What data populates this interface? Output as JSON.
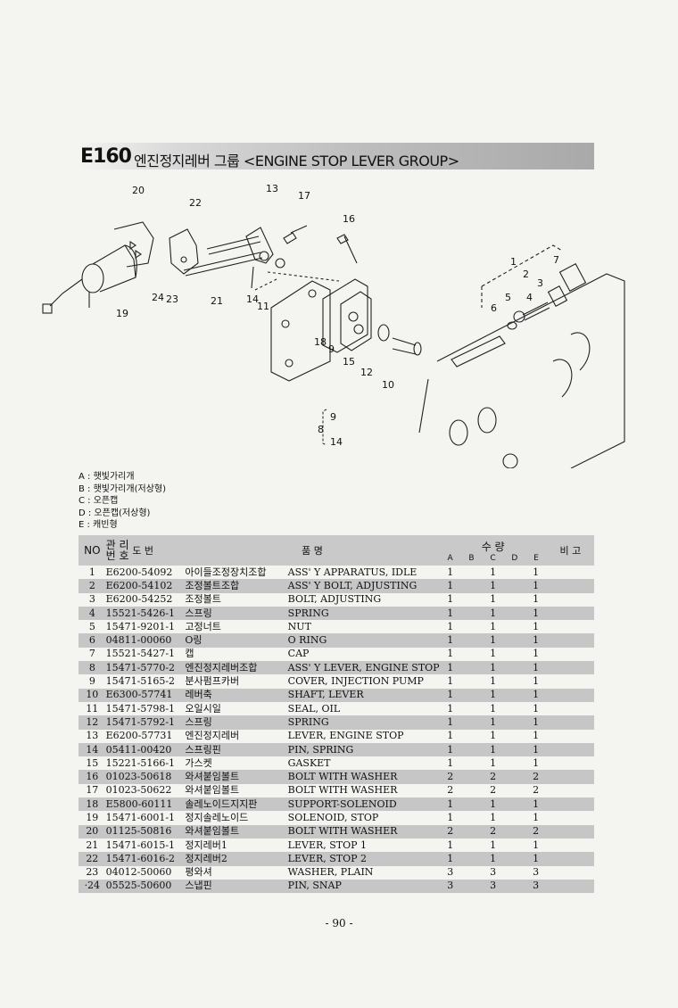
{
  "header": {
    "code": "E160",
    "title": "엔진정지레버 그룹 <ENGINE STOP LEVER GROUP>"
  },
  "diagram": {
    "callouts": [
      "20",
      "22",
      "13",
      "17",
      "16",
      "1",
      "2",
      "3",
      "7",
      "5",
      "6",
      "4",
      "19",
      "24",
      "23",
      "21",
      "14",
      "11",
      "18",
      "9",
      "15",
      "12",
      "10",
      "9",
      "8",
      "14"
    ]
  },
  "legend": [
    "A : 햇빛가리개",
    "B : 햇빛가리개(저상형)",
    "C : 오픈캡",
    "D : 오픈캡(저상형)",
    "E : 캐빈형"
  ],
  "table": {
    "headers": {
      "no": "NO",
      "mgmt": "관 리 번 호",
      "part_no": "도    번",
      "name": "품                  명",
      "qty": "수     량",
      "qty_cols": [
        "A",
        "B",
        "C",
        "D",
        "E"
      ],
      "remark": "비 고"
    },
    "rows": [
      {
        "no": "1",
        "part_no": "E6200-54092",
        "kr": "아이들조정장치조합",
        "en": "ASS' Y APPARATUS, IDLE",
        "a": "1",
        "c": "1",
        "e": "1"
      },
      {
        "no": "2",
        "part_no": "E6200-54102",
        "kr": "조정볼트조합",
        "en": "ASS' Y BOLT, ADJUSTING",
        "a": "1",
        "c": "1",
        "e": "1"
      },
      {
        "no": "3",
        "part_no": "E6200-54252",
        "kr": "조정볼트",
        "en": "BOLT, ADJUSTING",
        "a": "1",
        "c": "1",
        "e": "1"
      },
      {
        "no": "4",
        "part_no": "15521-5426-1",
        "kr": "스프링",
        "en": "SPRING",
        "a": "1",
        "c": "1",
        "e": "1"
      },
      {
        "no": "5",
        "part_no": "15471-9201-1",
        "kr": "고정너트",
        "en": "NUT",
        "a": "1",
        "c": "1",
        "e": "1"
      },
      {
        "no": "6",
        "part_no": "04811-00060",
        "kr": "O링",
        "en": "O RING",
        "a": "1",
        "c": "1",
        "e": "1"
      },
      {
        "no": "7",
        "part_no": "15521-5427-1",
        "kr": "캡",
        "en": "CAP",
        "a": "1",
        "c": "1",
        "e": "1"
      },
      {
        "no": "8",
        "part_no": "15471-5770-2",
        "kr": "엔진정지레버조합",
        "en": "ASS' Y LEVER, ENGINE STOP",
        "a": "1",
        "c": "1",
        "e": "1"
      },
      {
        "no": "9",
        "part_no": "15471-5165-2",
        "kr": "분사펌프카버",
        "en": "COVER, INJECTION PUMP",
        "a": "1",
        "c": "1",
        "e": "1"
      },
      {
        "no": "10",
        "part_no": "E6300-57741",
        "kr": "레버축",
        "en": "SHAFT, LEVER",
        "a": "1",
        "c": "1",
        "e": "1"
      },
      {
        "no": "11",
        "part_no": "15471-5798-1",
        "kr": "오일시일",
        "en": "SEAL, OIL",
        "a": "1",
        "c": "1",
        "e": "1"
      },
      {
        "no": "12",
        "part_no": "15471-5792-1",
        "kr": "스프링",
        "en": "SPRING",
        "a": "1",
        "c": "1",
        "e": "1"
      },
      {
        "no": "13",
        "part_no": "E6200-57731",
        "kr": "엔진정지레버",
        "en": "LEVER, ENGINE STOP",
        "a": "1",
        "c": "1",
        "e": "1"
      },
      {
        "no": "14",
        "part_no": "05411-00420",
        "kr": "스프링핀",
        "en": "PIN, SPRING",
        "a": "1",
        "c": "1",
        "e": "1"
      },
      {
        "no": "15",
        "part_no": "15221-5166-1",
        "kr": "가스켓",
        "en": "GASKET",
        "a": "1",
        "c": "1",
        "e": "1"
      },
      {
        "no": "16",
        "part_no": "01023-50618",
        "kr": "와셔붙임볼트",
        "en": "BOLT WITH WASHER",
        "a": "2",
        "c": "2",
        "e": "2"
      },
      {
        "no": "17",
        "part_no": "01023-50622",
        "kr": "와셔붙임볼트",
        "en": "BOLT WITH WASHER",
        "a": "2",
        "c": "2",
        "e": "2"
      },
      {
        "no": "18",
        "part_no": "E5800-60111",
        "kr": "솔레노이드지지판",
        "en": "SUPPORT-SOLENOID",
        "a": "1",
        "c": "1",
        "e": "1"
      },
      {
        "no": "19",
        "part_no": "15471-6001-1",
        "kr": "정지솔레노이드",
        "en": "SOLENOID, STOP",
        "a": "1",
        "c": "1",
        "e": "1"
      },
      {
        "no": "20",
        "part_no": "01125-50816",
        "kr": "와셔붙임볼트",
        "en": "BOLT WITH WASHER",
        "a": "2",
        "c": "2",
        "e": "2"
      },
      {
        "no": "21",
        "part_no": "15471-6015-1",
        "kr": "정지레버1",
        "en": "LEVER, STOP 1",
        "a": "1",
        "c": "1",
        "e": "1"
      },
      {
        "no": "22",
        "part_no": "15471-6016-2",
        "kr": "정지레버2",
        "en": "LEVER, STOP 2",
        "a": "1",
        "c": "1",
        "e": "1"
      },
      {
        "no": "23",
        "part_no": "04012-50060",
        "kr": "평와셔",
        "en": "WASHER, PLAIN",
        "a": "3",
        "c": "3",
        "e": "3"
      },
      {
        "no": "·24",
        "part_no": "05525-50600",
        "kr": "스냅핀",
        "en": "PIN, SNAP",
        "a": "3",
        "c": "3",
        "e": "3"
      }
    ]
  },
  "footer": {
    "page": "- 90 -"
  }
}
